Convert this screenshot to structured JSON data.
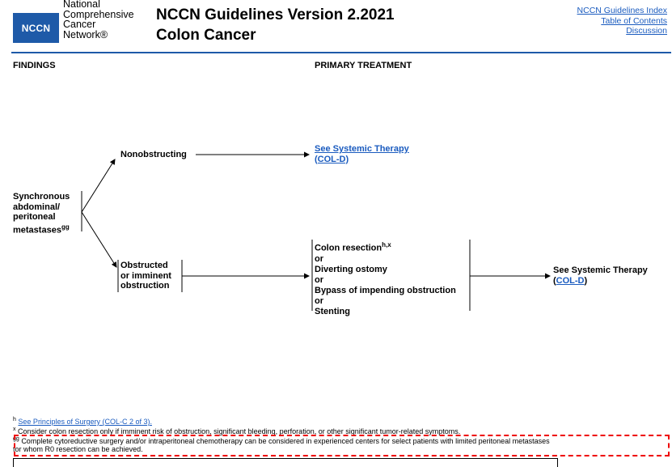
{
  "header": {
    "logo": "NCCN",
    "org_lines": [
      "National",
      "Comprehensive",
      "Cancer",
      "Network®"
    ],
    "title_line1": "NCCN Guidelines Version 2.2021",
    "title_line2": "Colon Cancer",
    "links": [
      "NCCN Guidelines Index",
      "Table of Contents",
      "Discussion"
    ]
  },
  "columns": {
    "findings": "FINDINGS",
    "primary_treatment": "PRIMARY TREATMENT"
  },
  "flow": {
    "root": [
      "Synchronous",
      "abdominal/",
      "peritoneal",
      "metastases"
    ],
    "root_sup": "gg",
    "nonobstructing": "Nonobstructing",
    "nonobstructing_target": [
      "See Systemic Therapy",
      "(COL-D)"
    ],
    "obstructed": [
      "Obstructed",
      "or imminent",
      "obstruction"
    ],
    "treatments": {
      "colon_resection": "Colon resection",
      "colon_resection_sup": "h,x",
      "or1": "or",
      "diverting": "Diverting ostomy",
      "or2": "or",
      "bypass": "Bypass of impending obstruction",
      "or3": "or",
      "stenting": "Stenting"
    },
    "final_target_label": "See Systemic Therapy",
    "final_target_link": "COL-D"
  },
  "footnotes": {
    "h_mark": "h",
    "h_text": "See Principles of Surgery (COL-C 2 of 3).",
    "x_mark": "x",
    "x_text": "Consider colon resection only if imminent risk of obstruction, significant bleeding, perforation, or other significant tumor-related symptoms.",
    "gg_mark": "gg",
    "gg_text1": "Complete cytoreductive surgery and/or intraperitoneal chemotherapy can be considered in experienced centers for select patients with limited peritoneal metastases",
    "gg_text2": "for whom R0 resection can be achieved."
  },
  "colors": {
    "brand": "#1e5aa8",
    "link": "#1a5bbf",
    "highlight": "#e00000"
  }
}
